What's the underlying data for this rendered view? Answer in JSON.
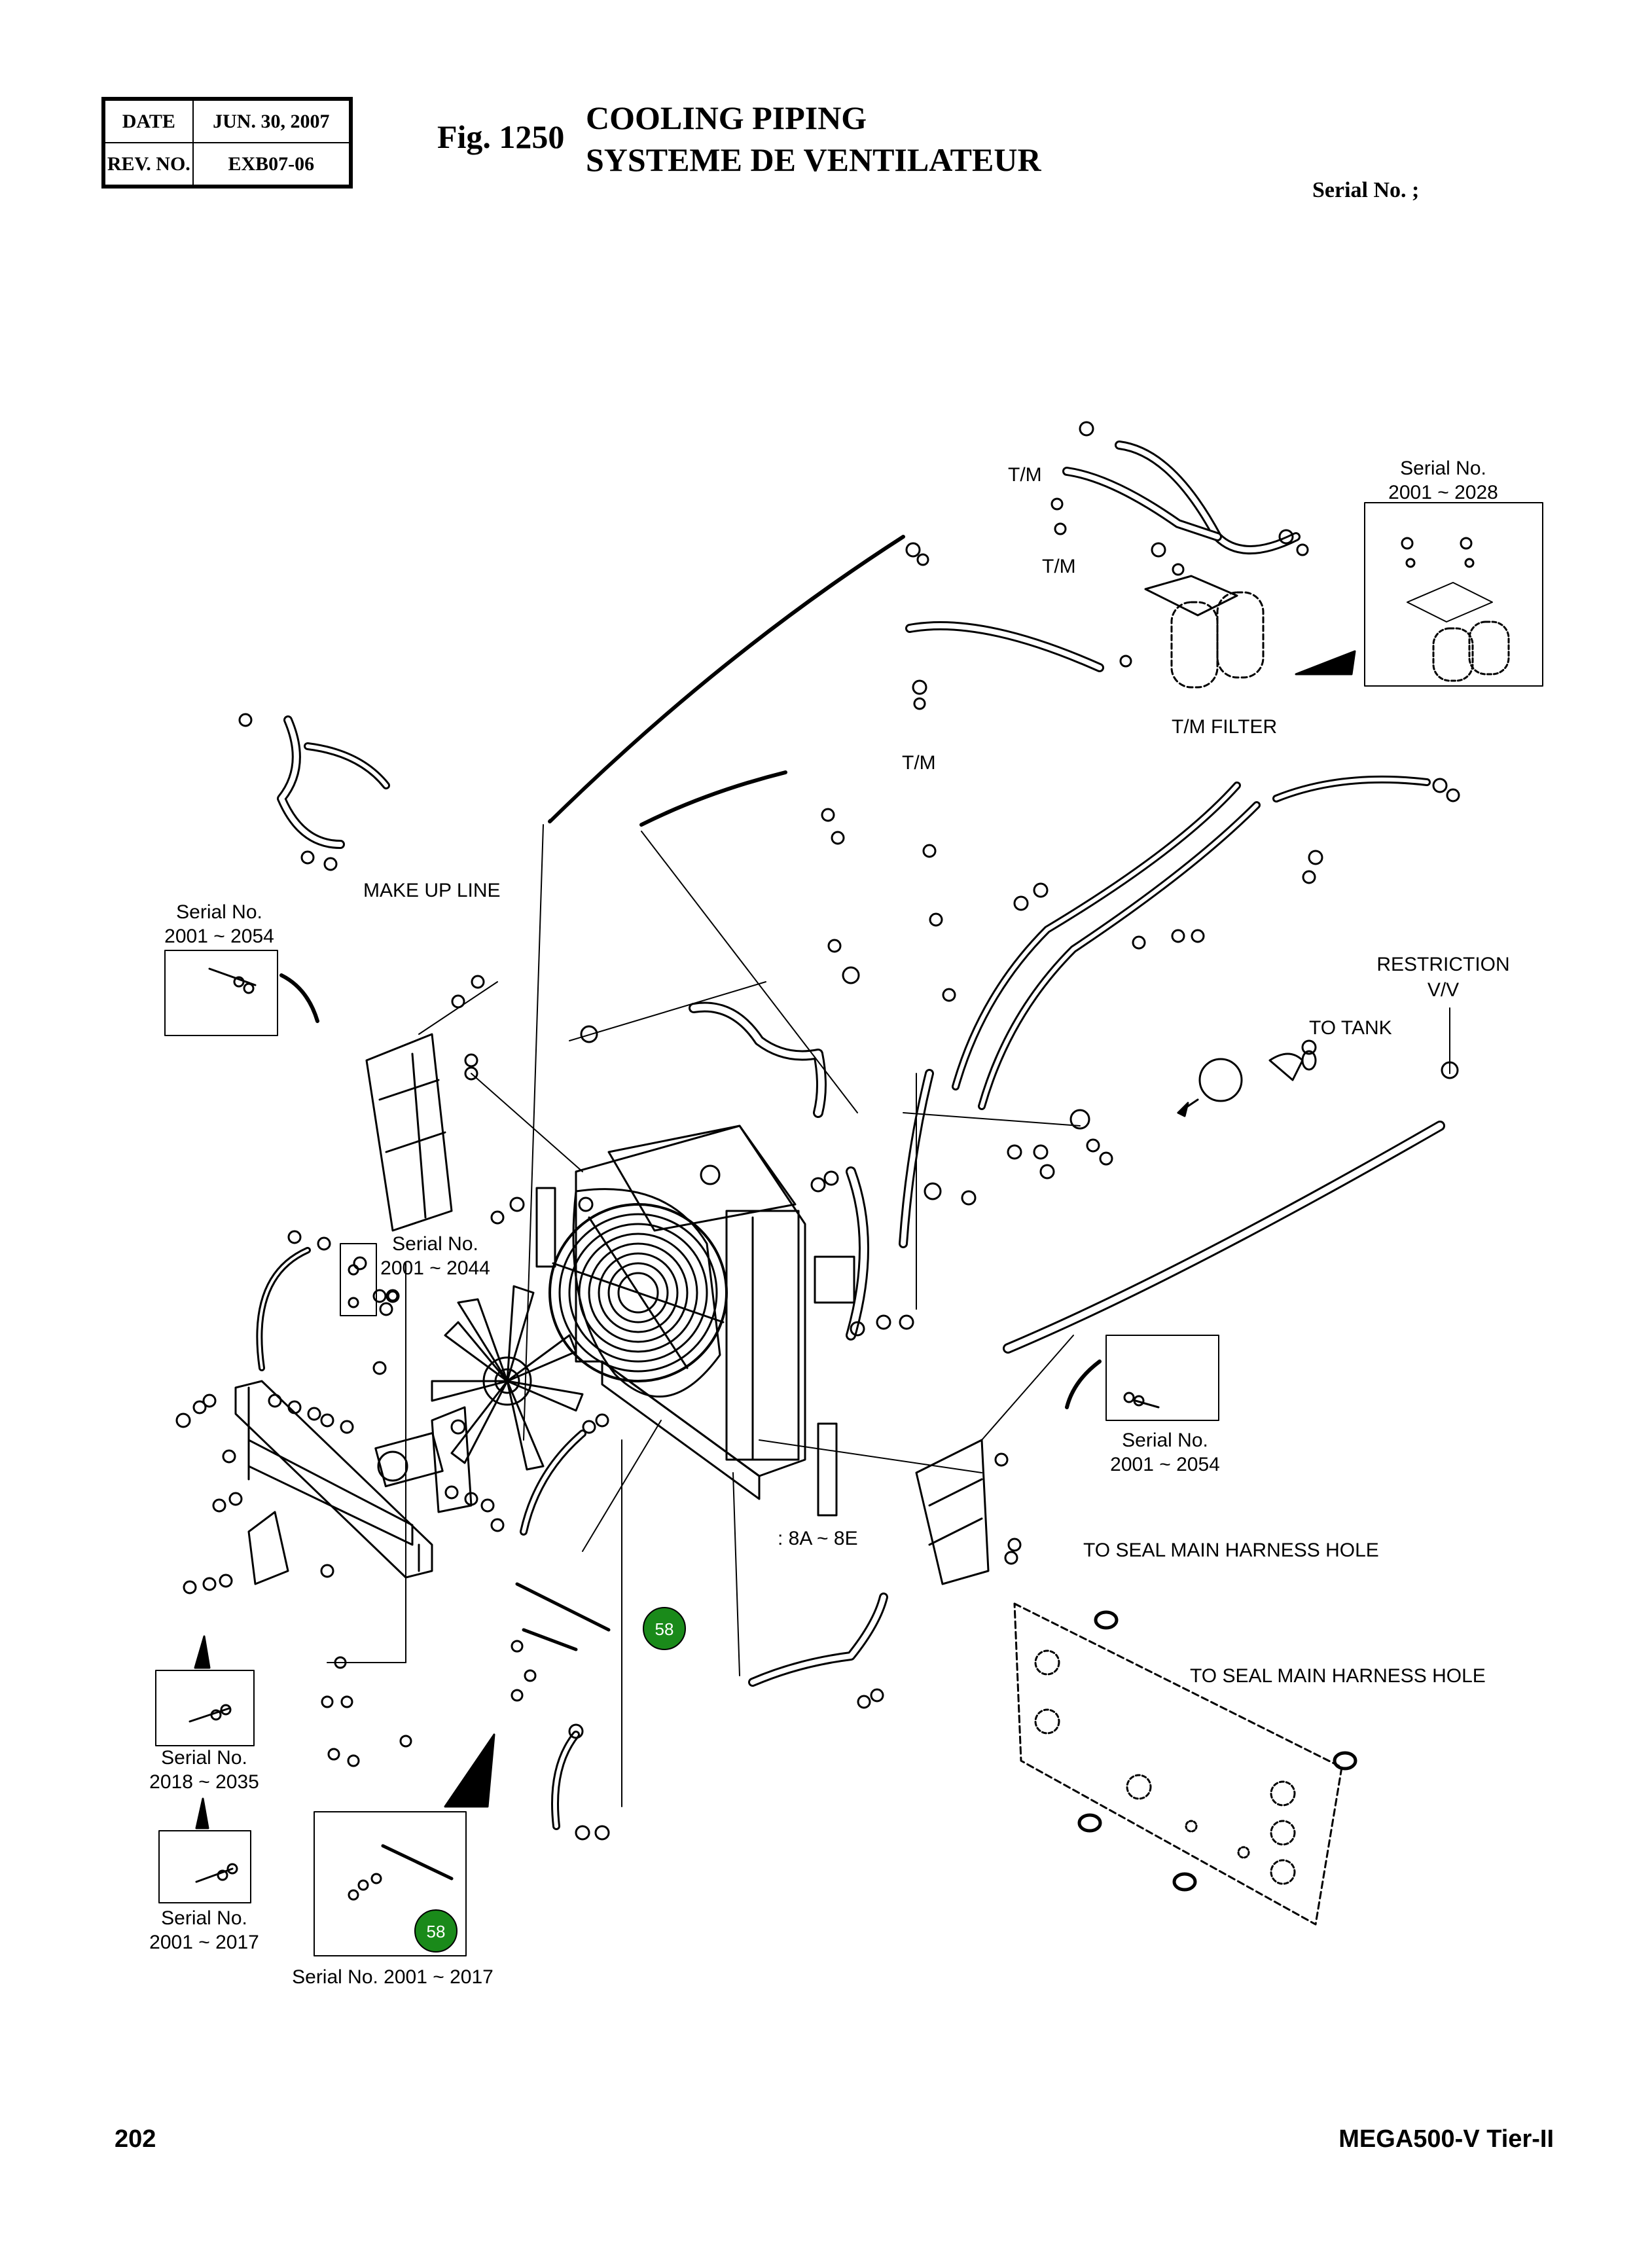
{
  "header": {
    "date_label": "DATE",
    "date_value": "JUN. 30, 2007",
    "rev_label": "REV. NO.",
    "rev_value": "EXB07-06",
    "fig_number": "Fig. 1250",
    "title_en": "COOLING PIPING",
    "title_fr": "SYSTEME DE VENTILATEUR",
    "serial": "Serial No. ;"
  },
  "labels": {
    "tm_1": "T/M",
    "tm_2": "T/M",
    "tm_3": "T/M",
    "tm_filter": "T/M FILTER",
    "make_up_line": "MAKE UP LINE",
    "restriction_1": "RESTRICTION",
    "restriction_2": "V/V",
    "to_tank": "TO TANK",
    "to_seal_1": "TO SEAL MAIN HARNESS HOLE",
    "to_seal_2": "TO SEAL MAIN HARNESS HOLE",
    "range_8a_8e": ": 8A ~ 8E"
  },
  "insets": {
    "a": {
      "l1": "Serial No.",
      "l2": "2001 ~ 2028"
    },
    "b": {
      "l1": "Serial No.",
      "l2": "2001 ~ 2054"
    },
    "c": {
      "l1": "Serial No.",
      "l2": "2001 ~ 2044"
    },
    "d": {
      "l1": "Serial No.",
      "l2": "2001 ~ 2054"
    },
    "e": {
      "l1": "Serial No.",
      "l2": "2018 ~ 2035"
    },
    "f": {
      "l1": "Serial No.",
      "l2": "2001 ~ 2017"
    },
    "g": {
      "l1": "Serial No. 2001 ~ 2017"
    }
  },
  "callouts": {
    "main": "58",
    "inset": "58"
  },
  "colors": {
    "callout_fill": "#1a8a1a",
    "line": "#000000"
  },
  "footer": {
    "page": "202",
    "model": "MEGA500-V Tier-II"
  }
}
